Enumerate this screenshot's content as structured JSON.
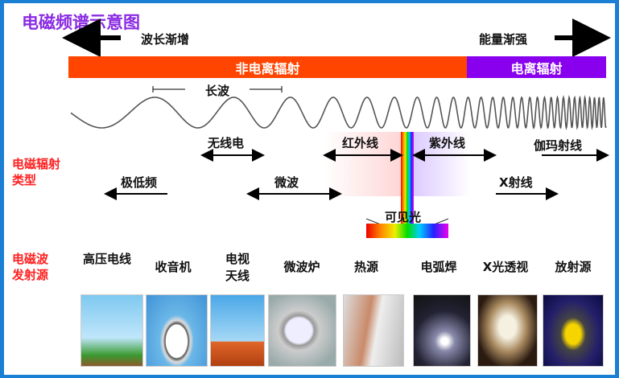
{
  "title": "电磁频谱示意图",
  "wavelength_label": "波长渐增",
  "energy_label": "能量渐强",
  "non_ionizing": "非电离辐射",
  "ionizing": "电离辐射",
  "long_wave": "长波",
  "types_label": "电磁辐射类型",
  "types": {
    "radio": "无线电",
    "infrared": "红外线",
    "ultraviolet": "紫外线",
    "gamma": "伽玛射线",
    "elf": "极低频",
    "microwave": "微波",
    "xray": "X射线",
    "visible": "可见光"
  },
  "sources_label": "电磁波发射源",
  "sources": [
    "高压电线",
    "收音机",
    "电视天线",
    "微波炉",
    "热源",
    "电弧焊",
    "X光透视",
    "放射源"
  ],
  "colors": {
    "non_ionizing": "#ff4500",
    "ionizing": "#8800ee",
    "title": "#8a2be2",
    "label": "#ff2020"
  }
}
